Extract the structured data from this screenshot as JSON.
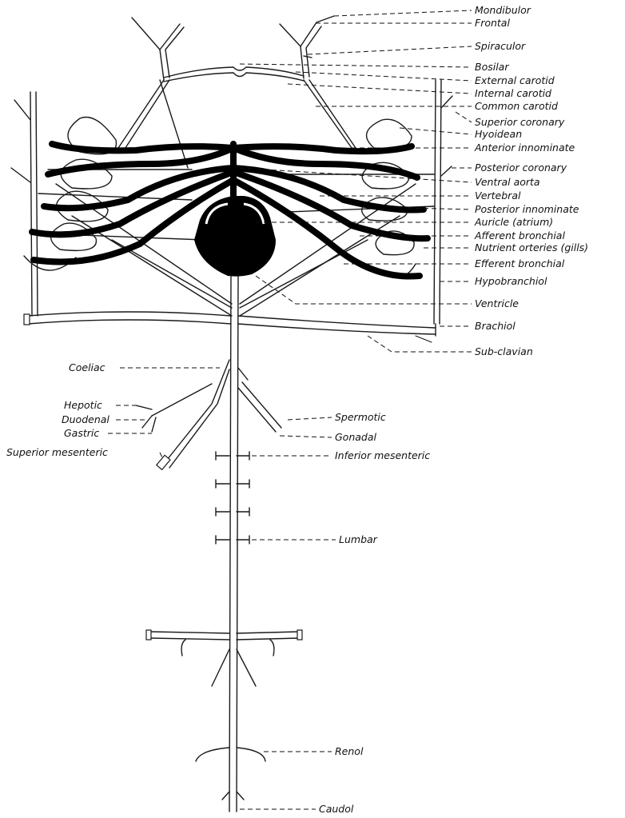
{
  "labels": [
    {
      "id": "mandibular",
      "text": "Mondibulor"
    },
    {
      "id": "frontal",
      "text": "Frontal"
    },
    {
      "id": "spiracular",
      "text": "Spiraculor"
    },
    {
      "id": "basilar",
      "text": "Bosilar"
    },
    {
      "id": "external-carotid",
      "text": "External carotid"
    },
    {
      "id": "internal-carotid",
      "text": "Internal carotid"
    },
    {
      "id": "common-carotid",
      "text": "Common carotid"
    },
    {
      "id": "superior-coronary",
      "text": "Superior coronary"
    },
    {
      "id": "hyoidean",
      "text": "Hyoidean"
    },
    {
      "id": "anterior-innominate",
      "text": "Anterior innominate"
    },
    {
      "id": "posterior-coronary",
      "text": "Posterior coronary"
    },
    {
      "id": "ventral-aorta",
      "text": "Ventral aorta"
    },
    {
      "id": "vertebral",
      "text": "Vertebral"
    },
    {
      "id": "posterior-innominate",
      "text": "Posterior innominate"
    },
    {
      "id": "auricle",
      "text": "Auricle (atrium)"
    },
    {
      "id": "afferent-branchial",
      "text": "Afferent bronchial"
    },
    {
      "id": "nutrient-arteries",
      "text": "Nutrient orteries (gills)"
    },
    {
      "id": "efferent-branchial",
      "text": "Efferent bronchial"
    },
    {
      "id": "hypobranchial",
      "text": "Hypobranchiol"
    },
    {
      "id": "ventricle",
      "text": "Ventricle"
    },
    {
      "id": "brachial",
      "text": "Brachiol"
    },
    {
      "id": "sub-clavian",
      "text": "Sub-clavian"
    },
    {
      "id": "coeliac",
      "text": "Coeliac"
    },
    {
      "id": "hepatic",
      "text": "Hepotic"
    },
    {
      "id": "duodenal",
      "text": "Duodenal"
    },
    {
      "id": "gastric",
      "text": "Gastric"
    },
    {
      "id": "superior-mesenteric",
      "text": "Superior mesenteric"
    },
    {
      "id": "spermatic",
      "text": "Spermotic"
    },
    {
      "id": "gonadal",
      "text": "Gonadal"
    },
    {
      "id": "inferior-mesenteric",
      "text": "Inferior mesenteric"
    },
    {
      "id": "lumbar",
      "text": "Lumbar"
    },
    {
      "id": "renal",
      "text": "Renol"
    },
    {
      "id": "caudal",
      "text": "Caudol"
    }
  ]
}
